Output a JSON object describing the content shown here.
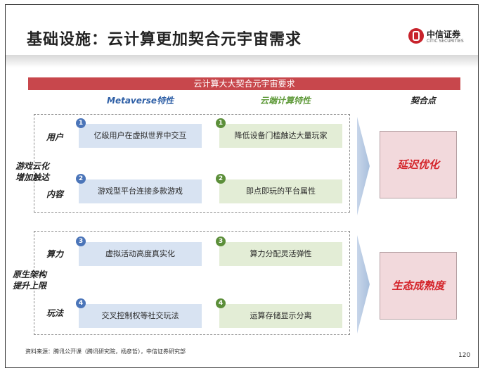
{
  "title": "基础设施：云计算更加契合元宇宙需求",
  "logo": {
    "cn": "中信证券",
    "en": "CITIC SECURITIES"
  },
  "banner": "云计算大大契合元宇宙要求",
  "columns": {
    "metaverse": "Metaverse特性",
    "cloud": "云端计算特性",
    "fit": "契合点"
  },
  "groups": [
    {
      "label": "游戏云化\n增加触达",
      "result": "延迟优化",
      "rows": [
        {
          "label": "用户",
          "num1": "1",
          "meta": "亿级用户在虚拟世界中交互",
          "num2": "1",
          "cloud": "降低设备门槛触达大量玩家"
        },
        {
          "label": "内容",
          "num1": "2",
          "meta": "游戏型平台连接多款游戏",
          "num2": "2",
          "cloud": "即点即玩的平台属性"
        }
      ]
    },
    {
      "label": "原生架构\n提升上限",
      "result": "生态成熟度",
      "rows": [
        {
          "label": "算力",
          "num1": "3",
          "meta": "虚拟活动高度真实化",
          "num2": "3",
          "cloud": "算力分配灵活弹性"
        },
        {
          "label": "玩法",
          "num1": "4",
          "meta": "交叉控制权等社交玩法",
          "num2": "4",
          "cloud": "运算存储显示分离"
        }
      ]
    }
  ],
  "source": "资料来源：腾讯公开课（腾讯研究院，杨彦哲），中信证券研究部",
  "page_number": "120",
  "colors": {
    "banner": "#c8474c",
    "blue_cell": "#d8e3f2",
    "green_cell": "#e3edd6",
    "result_bg": "#f2d9dc",
    "result_text": "#d4252b"
  }
}
